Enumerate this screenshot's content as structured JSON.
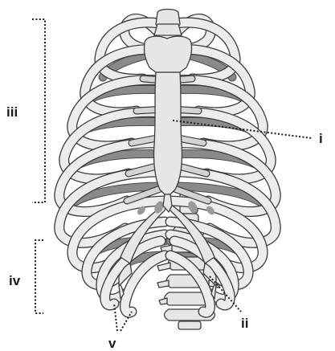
{
  "labels": {
    "i": "i",
    "ii": "ii",
    "iii": "iii",
    "iv": "iv",
    "v": "v"
  },
  "colors": {
    "bone_fill": "#e6e6e6",
    "bone_stroke": "#3c3c3c",
    "shadow": "#8a8a8a",
    "leader": "#1a1a1a"
  }
}
